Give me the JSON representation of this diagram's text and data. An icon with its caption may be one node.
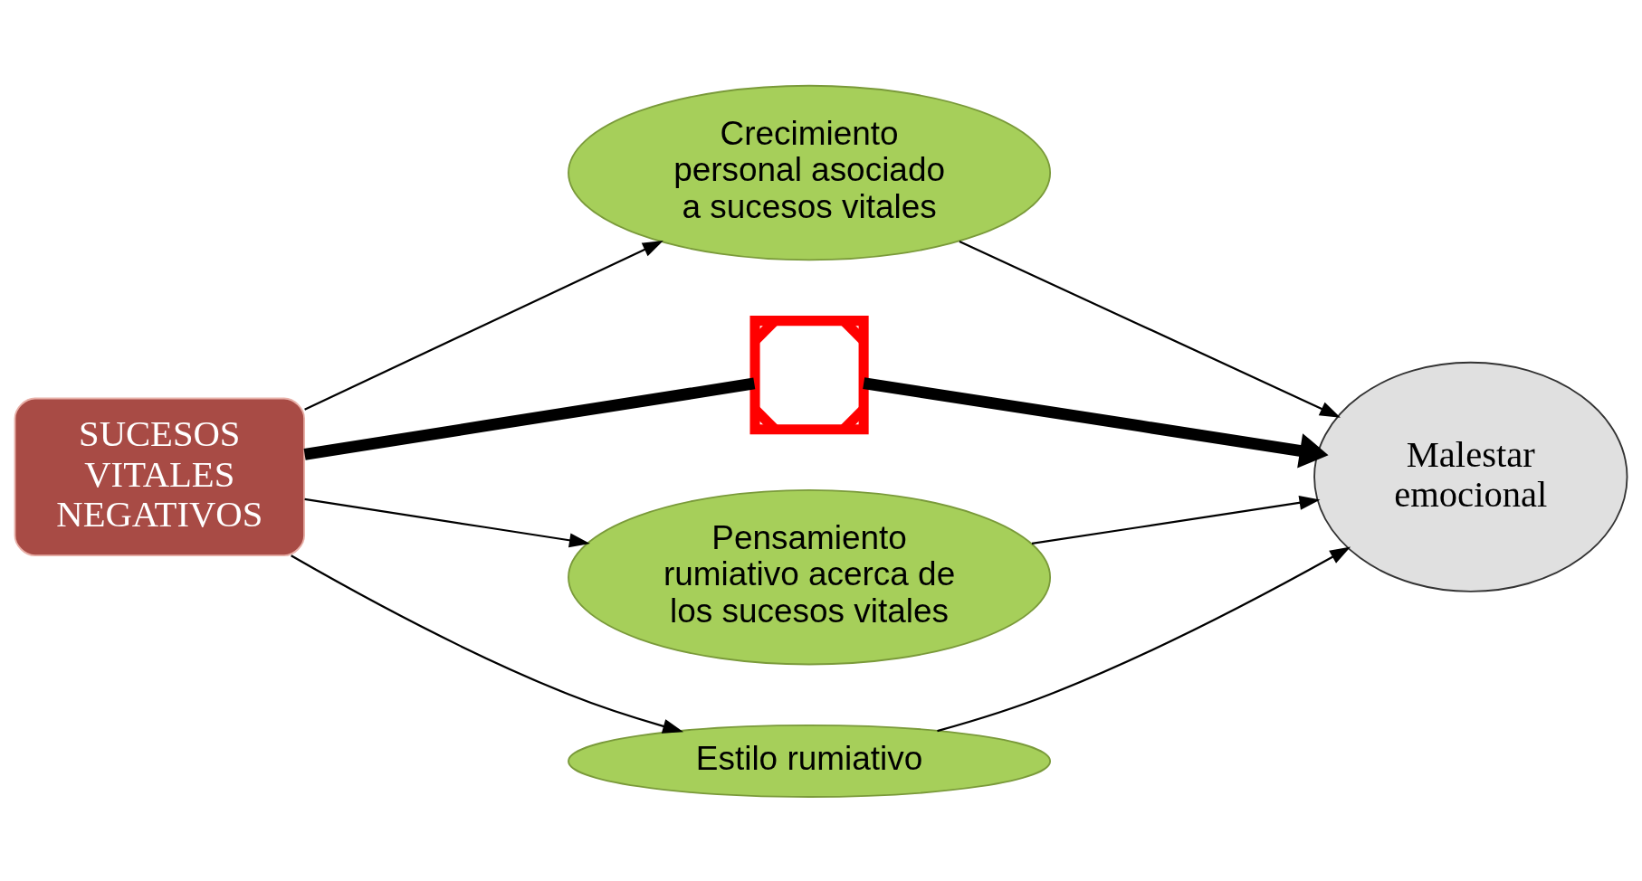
{
  "diagram": {
    "nodes": [
      {
        "text": [
          "SUCESOS VITALES NEGATIVOS"
        ]
      },
      {
        "text": [
          "Crecimiento personal asociado a sucesos vitales"
        ]
      },
      {
        "text": [],
        "shape": "cross"
      },
      {
        "text": [
          "Pensamiento rumiativo acerca de los sucesos vitales"
        ]
      },
      {
        "text": [
          "Estilo rumiativo"
        ]
      },
      {
        "text": [
          "Malestar emocional"
        ]
      }
    ],
    "edges": [
      {
        "from": 0,
        "to": 1,
        "arrow": "to"
      },
      {
        "from": 0,
        "to": 2,
        "arrow": "none",
        "style": "thick"
      },
      {
        "from": 2,
        "to": 5,
        "arrow": "to",
        "style": "thick"
      },
      {
        "from": 0,
        "to": 3,
        "arrow": "to"
      },
      {
        "from": 0,
        "to": 4,
        "arrow": "to"
      },
      {
        "from": 1,
        "to": 5,
        "arrow": "to"
      },
      {
        "from": 3,
        "to": 5,
        "arrow": "to"
      },
      {
        "from": 4,
        "to": 5,
        "arrow": "to"
      }
    ]
  }
}
